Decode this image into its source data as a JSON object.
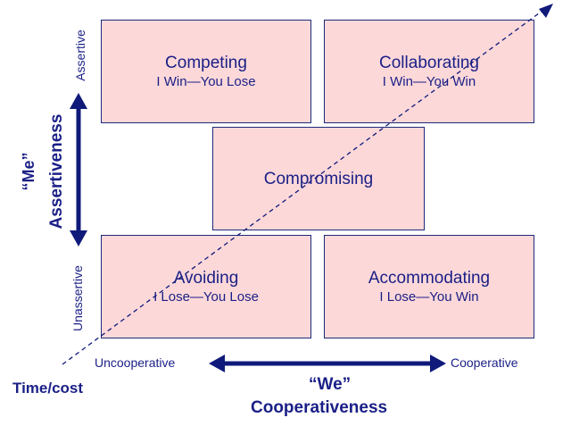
{
  "quadrants": {
    "competing": {
      "title": "Competing",
      "subtitle": "I Win—You Lose"
    },
    "collaborating": {
      "title": "Collaborating",
      "subtitle": "I Win—You Win"
    },
    "compromising": {
      "title": "Compromising"
    },
    "avoiding": {
      "title": "Avoiding",
      "subtitle": "I Lose—You Lose"
    },
    "accommodating": {
      "title": "Accommodating",
      "subtitle": "I Lose—You Win"
    }
  },
  "y_axis": {
    "top_label": "Assertive",
    "bottom_label": "Unassertive",
    "quote": "“Me”",
    "title": "Assertiveness"
  },
  "x_axis": {
    "left_label": "Uncooperative",
    "right_label": "Cooperative",
    "quote": "“We”",
    "title": "Cooperativeness"
  },
  "diagonal_label": "Time/cost",
  "colors": {
    "box_fill": "#fcd8d9",
    "box_border": "#1c2a7a",
    "text": "#1a1f86",
    "arrow": "#0f1a7a"
  }
}
